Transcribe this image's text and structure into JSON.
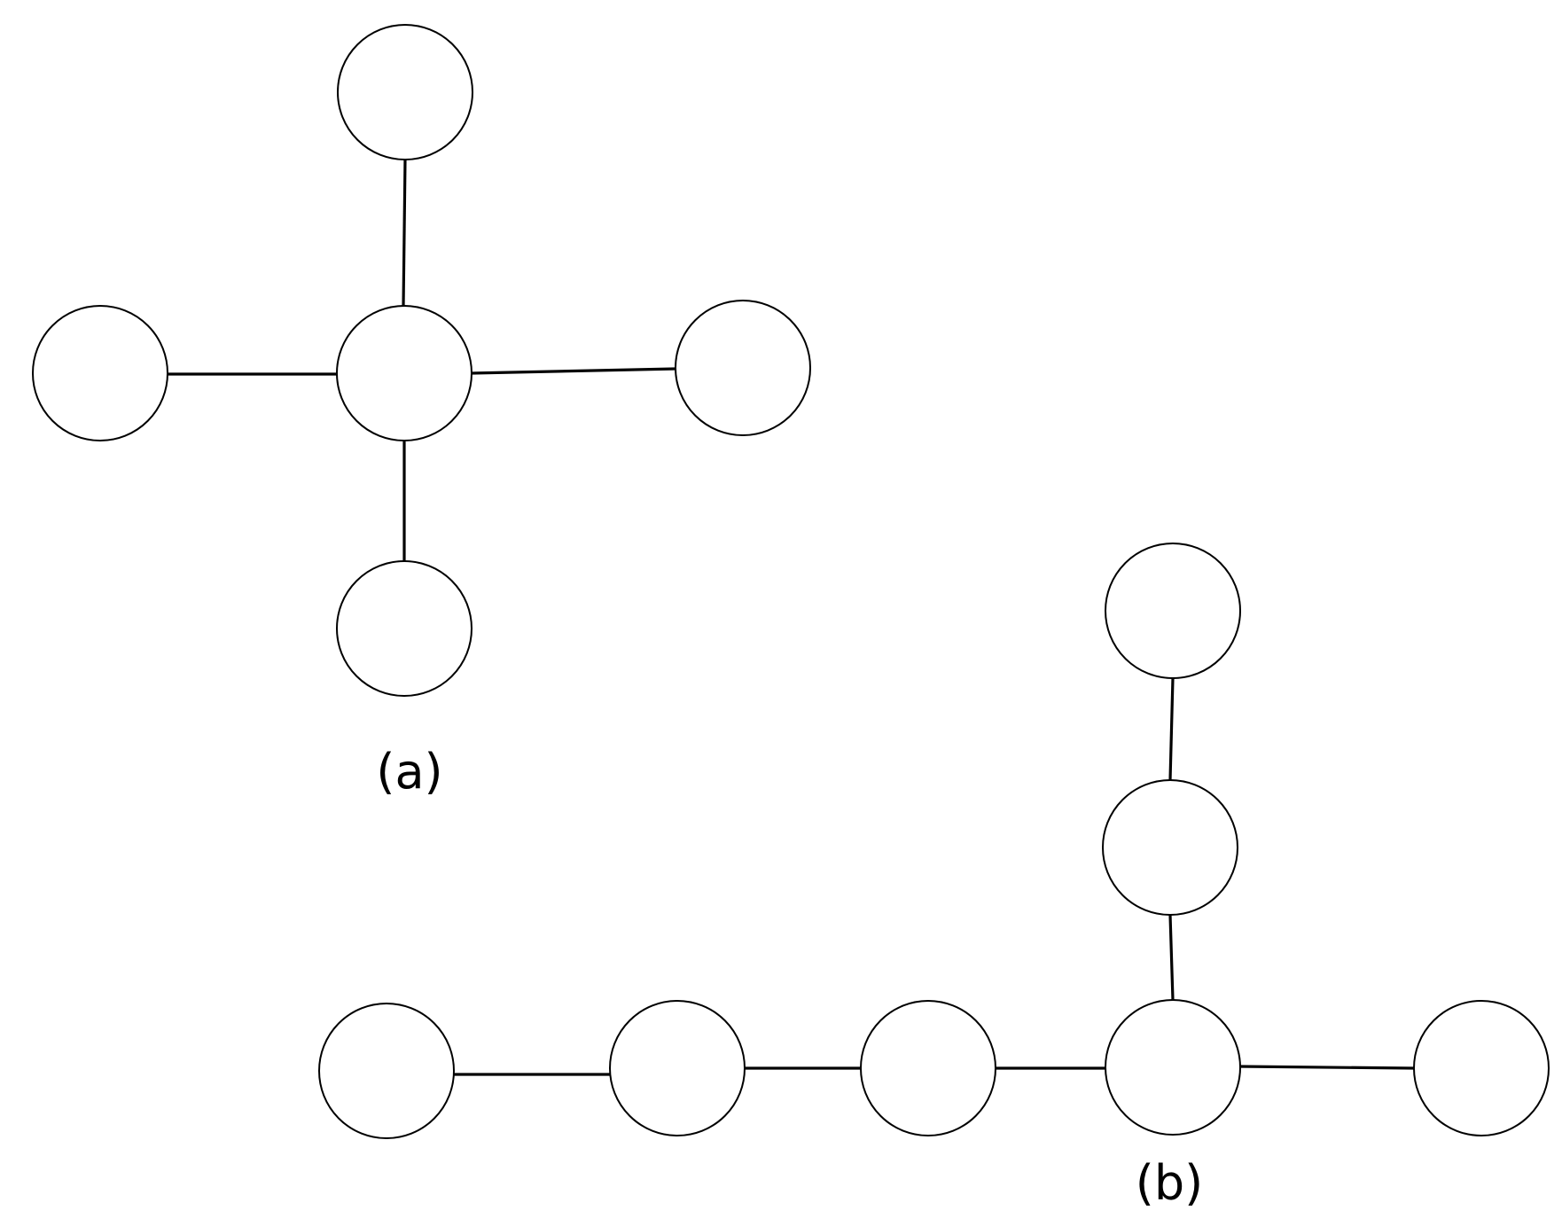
{
  "graphs": [
    {
      "id": "a",
      "caption": "(a)",
      "node_count": 5,
      "edges": [
        [
          "center",
          "top"
        ],
        [
          "center",
          "left"
        ],
        [
          "center",
          "right"
        ],
        [
          "center",
          "bottom"
        ]
      ]
    },
    {
      "id": "b",
      "caption": "(b)",
      "node_count": 7,
      "edges": [
        [
          "n1",
          "n2"
        ],
        [
          "n2",
          "n3"
        ],
        [
          "n3",
          "hub"
        ],
        [
          "hub",
          "n5"
        ],
        [
          "hub",
          "up1"
        ],
        [
          "up1",
          "up2"
        ]
      ]
    }
  ],
  "colors": {
    "stroke": "#000000",
    "node_fill": "#ffffff",
    "background": "#ffffff"
  }
}
